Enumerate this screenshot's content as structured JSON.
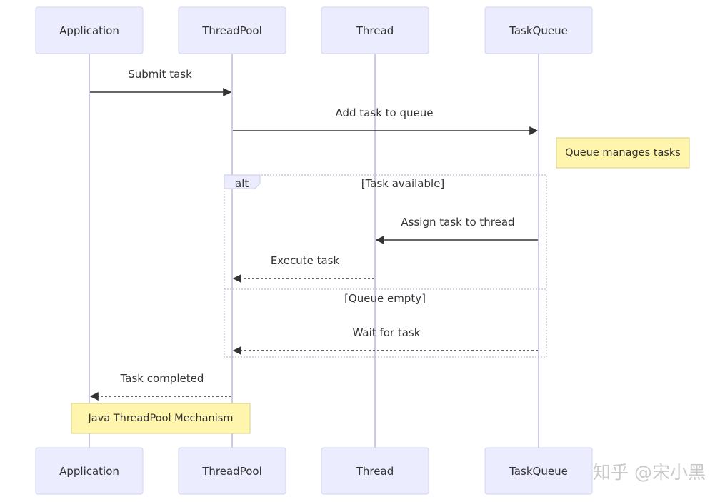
{
  "participants": [
    {
      "label": "Application"
    },
    {
      "label": "ThreadPool"
    },
    {
      "label": "Thread"
    },
    {
      "label": "TaskQueue"
    }
  ],
  "messages": [
    {
      "label": "Submit task",
      "from": "Application",
      "to": "ThreadPool",
      "style": "solid"
    },
    {
      "label": "Add task to queue",
      "from": "ThreadPool",
      "to": "TaskQueue",
      "style": "solid"
    },
    {
      "label": "Assign task to thread",
      "from": "TaskQueue",
      "to": "Thread",
      "style": "solid"
    },
    {
      "label": "Execute task",
      "from": "Thread",
      "to": "ThreadPool",
      "style": "dashed"
    },
    {
      "label": "Wait for task",
      "from": "TaskQueue",
      "to": "ThreadPool",
      "style": "dashed"
    },
    {
      "label": "Task completed",
      "from": "ThreadPool",
      "to": "Application",
      "style": "dashed"
    }
  ],
  "notes": [
    {
      "label": "Queue manages tasks",
      "position": "right of TaskQueue"
    },
    {
      "label": "Java ThreadPool Mechanism",
      "position": "over Application"
    }
  ],
  "alt_frame": {
    "keyword": "alt",
    "condition_1": "[Task available]",
    "condition_2": "[Queue empty]"
  },
  "watermark": "知乎 @宋小黑",
  "colors": {
    "actor_fill": "#ececff",
    "actor_stroke": "#d3d3f3",
    "lifeline": "#cccce8",
    "note_fill": "#fff5ad",
    "arrow": "#333333"
  }
}
